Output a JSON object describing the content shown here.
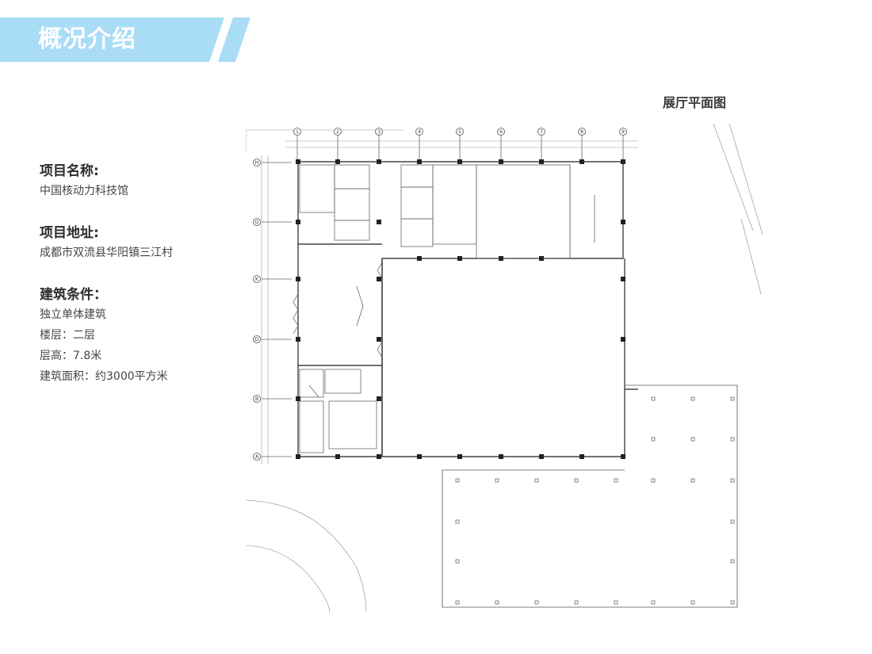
{
  "header": {
    "title": "概况介绍",
    "banner_color": "#a9dcf5",
    "accent_color": "#a9dcf5"
  },
  "plan_caption": "展厅平面图",
  "info": {
    "project_name_label": "项目名称:",
    "project_name": "中国核动力科技馆",
    "address_label": "项目地址:",
    "address": "成都市双流县华阳镇三江村",
    "conditions_label": "建筑条件：",
    "conditions": [
      "独立单体建筑",
      "楼层：二层",
      "层高：7.8米",
      "建筑面积：约3000平方米"
    ]
  },
  "floor_plan": {
    "column_axes": [
      "1",
      "2",
      "3",
      "4",
      "5",
      "6",
      "7",
      "8",
      "9"
    ],
    "row_axes": [
      "H",
      "G",
      "K",
      "D",
      "B",
      "A"
    ]
  }
}
